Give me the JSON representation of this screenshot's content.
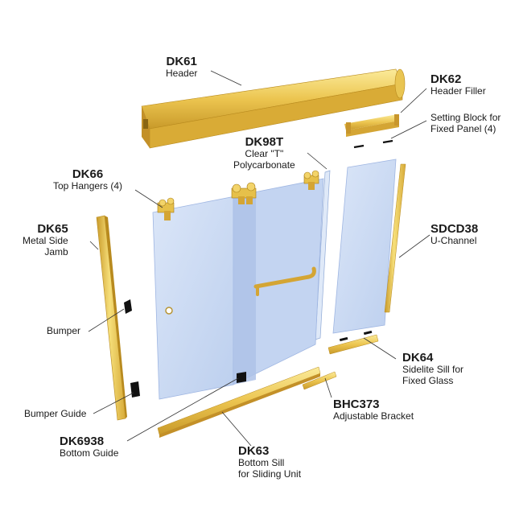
{
  "colors": {
    "gold_light": "#f7e27a",
    "gold": "#e8c24a",
    "gold_dark": "#b88a1e",
    "glass": "#c8d8f4",
    "glass_edge": "#9fb6e2",
    "black": "#111111"
  },
  "parts": {
    "dk61": {
      "code": "DK61",
      "desc": "Header"
    },
    "dk62": {
      "code": "DK62",
      "desc": "Header Filler"
    },
    "setting_block": {
      "desc_line1": "Setting Block for",
      "desc_line2": "Fixed Panel (4)"
    },
    "dk98t": {
      "code": "DK98T",
      "desc_line1": "Clear \"T\"",
      "desc_line2": "Polycarbonate"
    },
    "dk66": {
      "code": "DK66",
      "desc": "Top Hangers (4)"
    },
    "dk65": {
      "code": "DK65",
      "desc_line1": "Metal Side",
      "desc_line2": "Jamb"
    },
    "sdcd38": {
      "code": "SDCD38",
      "desc": "U-Channel"
    },
    "bumper": {
      "desc": "Bumper"
    },
    "dk64": {
      "code": "DK64",
      "desc_line1": "Sidelite Sill for",
      "desc_line2": "Fixed Glass"
    },
    "bumper_guide": {
      "desc": "Bumper Guide"
    },
    "bhc373": {
      "code": "BHC373",
      "desc": "Adjustable Bracket"
    },
    "dk6938": {
      "code": "DK6938",
      "desc": "Bottom Guide"
    },
    "dk63": {
      "code": "DK63",
      "desc_line1": "Bottom Sill",
      "desc_line2": "for Sliding Unit"
    }
  }
}
